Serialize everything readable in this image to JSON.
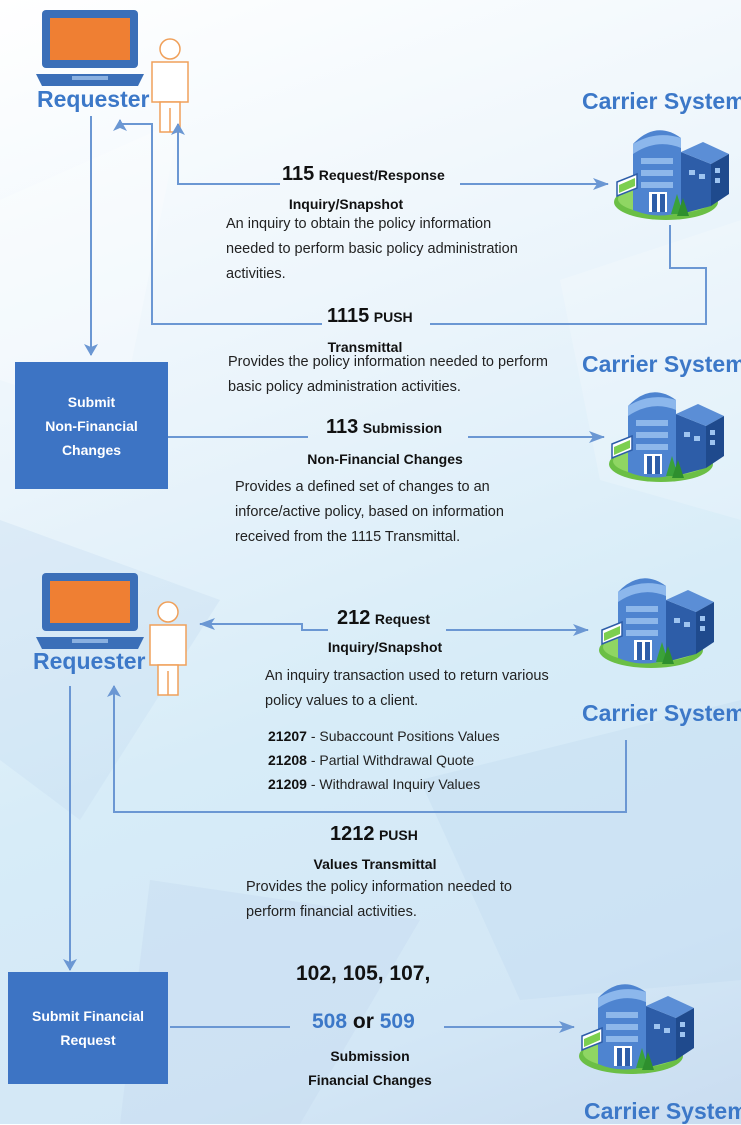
{
  "roles": {
    "requester_top": "Requester",
    "requester_mid": "Requester",
    "carrier_1": "Carrier System",
    "carrier_2": "Carrier System",
    "carrier_3": "Carrier System",
    "carrier_4": "Carrier System"
  },
  "boxes": {
    "non_financial": [
      "Submit",
      "Non-Financial",
      "Changes"
    ],
    "financial": [
      "Submit Financial",
      "Request"
    ]
  },
  "flows": {
    "f115": {
      "code": "115",
      "verb": "Request/Response",
      "type": "Inquiry/Snapshot",
      "desc": [
        "An inquiry to obtain the policy information",
        "needed to perform basic policy administration",
        "activities."
      ]
    },
    "f1115": {
      "code": "1115",
      "verb": "PUSH",
      "type": "Transmittal",
      "desc": [
        "Provides the policy information needed to perform",
        "basic policy administration activities."
      ]
    },
    "f113": {
      "code": "113",
      "verb": "Submission",
      "type": "Non-Financial Changes",
      "desc": [
        "Provides a defined set of changes to an",
        "inforce/active policy, based on information",
        "received from the 1115 Transmittal."
      ]
    },
    "f212": {
      "code": "212",
      "verb": "Request",
      "type": "Inquiry/Snapshot",
      "desc": [
        "An inquiry transaction used to return various",
        "policy values to a client."
      ],
      "transactions": [
        {
          "code": "21207",
          "label": " - Subaccount Positions Values"
        },
        {
          "code": "21208",
          "label": " - Partial Withdrawal Quote"
        },
        {
          "code": "21209",
          "label": " - Withdrawal Inquiry Values"
        }
      ]
    },
    "f1212": {
      "code": "1212",
      "verb": "PUSH",
      "type": "Values Transmittal",
      "desc": [
        "Provides the policy information needed to",
        "perform financial activities."
      ]
    },
    "ffin": {
      "codes_line": "102, 105, 107,",
      "code_a": "508",
      "or_word": "or",
      "code_b": "509",
      "type_line1": "Submission",
      "type_line2": "Financial Changes"
    }
  },
  "colors": {
    "arrow": "#6b97d3",
    "accent_blue": "#3c78c8",
    "box_blue": "#3d74c4",
    "laptop_blue": "#3b6fb8",
    "laptop_screen": "#ef7f33",
    "person_outline": "#f0a05a"
  }
}
